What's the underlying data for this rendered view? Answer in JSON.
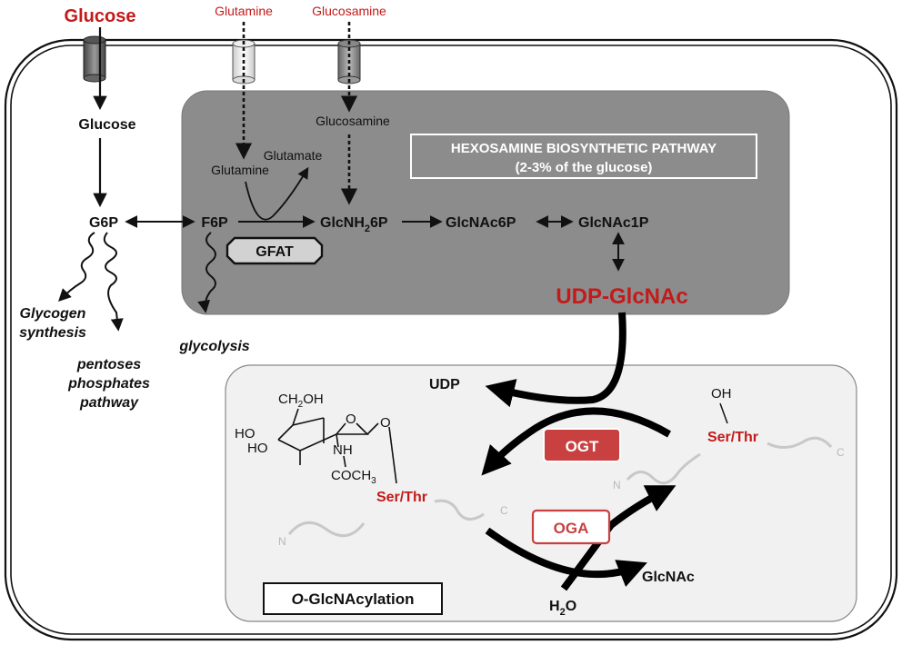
{
  "extracellular": {
    "glucose": "Glucose",
    "glutamine": "Glutamine",
    "glucosamine": "Glucosamine"
  },
  "cytoplasm": {
    "glucose": "Glucose",
    "g6p": "G6P",
    "f6p": "F6P",
    "glycogen_line1": "Glycogen",
    "glycogen_line2": "synthesis",
    "pentoses_line1": "pentoses",
    "pentoses_line2": "phosphates",
    "pentoses_line3": "pathway",
    "glycolysis": "glycolysis"
  },
  "hbp": {
    "title_line1": "HEXOSAMINE BIOSYNTHETIC PATHWAY",
    "title_line2": "(2-3% of the glucose)",
    "glucosamine": "Glucosamine",
    "glutamine": "Glutamine",
    "glutamate": "Glutamate",
    "glcnh2_main": "GlcNH",
    "glcnh2_sub": "2",
    "glcnh2_tail": "6P",
    "glcnac6p": "GlcNAc6P",
    "glcnac1p": "GlcNAc1P",
    "gfat": "GFAT",
    "udp_glcnac": "UDP-GlcNAc"
  },
  "oglcnac": {
    "udp": "UDP",
    "ogt": "OGT",
    "oga": "OGA",
    "glcnac": "GlcNAc",
    "water_main": "H",
    "water_sub": "2",
    "water_tail": "O",
    "ser_thr_left": "Ser/Thr",
    "ser_thr_right": "Ser/Thr",
    "oh": "OH",
    "n_left": "N",
    "c_left": "C",
    "n_right": "N",
    "c_right": "C",
    "label_italic": "O",
    "label_rest": "-GlcNAcylation",
    "sugar": {
      "ch2oh_a": "CH",
      "ch2oh_sub": "2",
      "ch2oh_b": "OH",
      "ring_o": "O",
      "glyco_o": "O",
      "ho1": "HO",
      "ho2": "HO",
      "nh": "NH",
      "coch3_a": "COCH",
      "coch3_sub": "3"
    }
  },
  "colors": {
    "accent_red": "#c41a1a",
    "hbp_box": "#8c8c8c",
    "oglcnac_box": "#f1f1f1"
  }
}
